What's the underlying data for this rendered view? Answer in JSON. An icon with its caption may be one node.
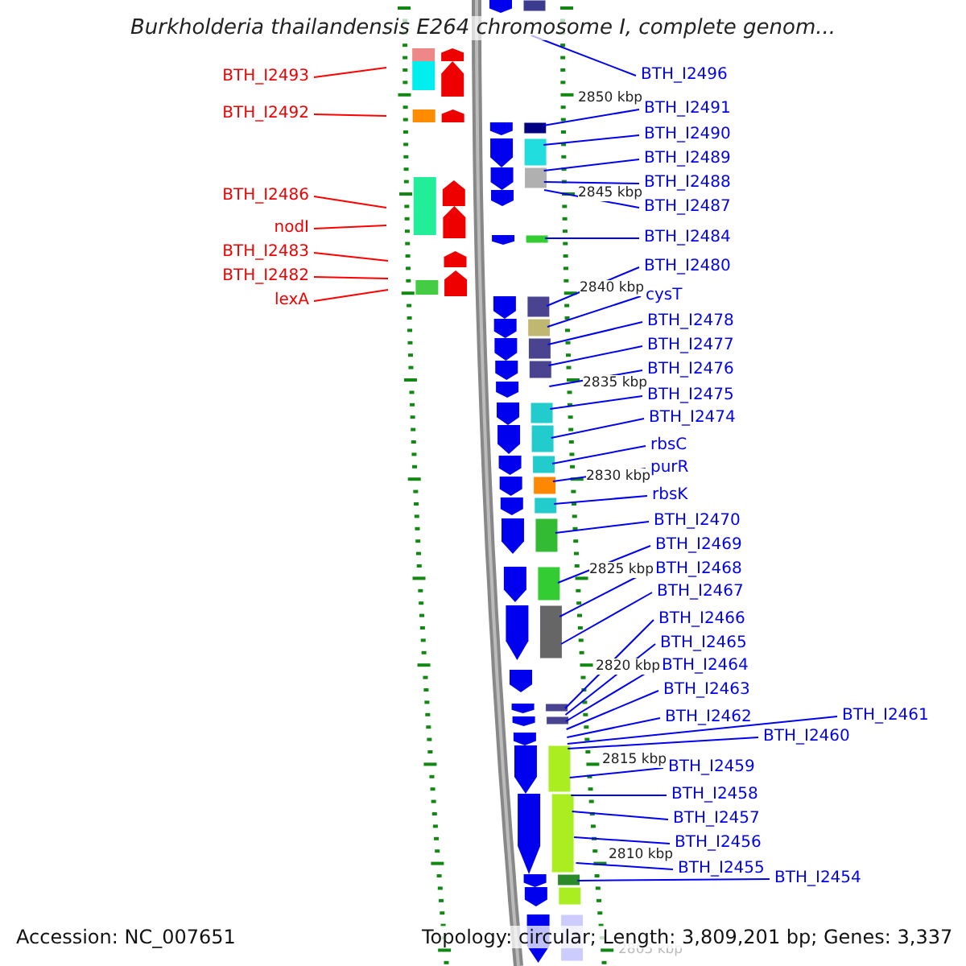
{
  "diagram": {
    "title": "Burkholderia thailandensis E264 chromosome I, complete genom...",
    "nodes": [
      {
        "text": [
          "BTH_I2493"
        ]
      },
      {
        "text": [
          "BTH_I2492"
        ]
      },
      {
        "text": [
          "BTH_I2486"
        ]
      },
      {
        "text": [
          "nodI"
        ]
      },
      {
        "text": [
          "BTH_I2483"
        ]
      },
      {
        "text": [
          "BTH_I2482"
        ]
      },
      {
        "text": [
          "lexA"
        ]
      },
      {
        "text": [
          "BTH_I2496"
        ]
      },
      {
        "text": [
          "BTH_I2491"
        ]
      },
      {
        "text": [
          "BTH_I2490"
        ]
      },
      {
        "text": [
          "BTH_I2489"
        ]
      },
      {
        "text": [
          "BTH_I2488"
        ]
      },
      {
        "text": [
          "BTH_I2487"
        ]
      },
      {
        "text": [
          "BTH_I2484"
        ]
      },
      {
        "text": [
          "BTH_I2480"
        ]
      },
      {
        "text": [
          "cysT"
        ]
      },
      {
        "text": [
          "BTH_I2478"
        ]
      },
      {
        "text": [
          "BTH_I2477"
        ]
      },
      {
        "text": [
          "BTH_I2476"
        ]
      },
      {
        "text": [
          "BTH_I2475"
        ]
      },
      {
        "text": [
          "BTH_I2474"
        ]
      },
      {
        "text": [
          "rbsC"
        ]
      },
      {
        "text": [
          "purR"
        ]
      },
      {
        "text": [
          "rbsK"
        ]
      },
      {
        "text": [
          "BTH_I2470"
        ]
      },
      {
        "text": [
          "BTH_I2469"
        ]
      },
      {
        "text": [
          "BTH_I2468"
        ]
      },
      {
        "text": [
          "BTH_I2467"
        ]
      },
      {
        "text": [
          "BTH_I2466"
        ]
      },
      {
        "text": [
          "BTH_I2465"
        ]
      },
      {
        "text": [
          "BTH_I2464"
        ]
      },
      {
        "text": [
          "BTH_I2463"
        ]
      },
      {
        "text": [
          "BTH_I2462"
        ]
      },
      {
        "text": [
          "BTH_I2461"
        ]
      },
      {
        "text": [
          "BTH_I2460"
        ]
      },
      {
        "text": [
          "BTH_I2459"
        ]
      },
      {
        "text": [
          "BTH_I2458"
        ]
      },
      {
        "text": [
          "BTH_I2457"
        ]
      },
      {
        "text": [
          "BTH_I2456"
        ]
      },
      {
        "text": [
          "BTH_I2455"
        ]
      },
      {
        "text": [
          "BTH_I2454"
        ]
      }
    ],
    "edges": [
      {
        "from": 0,
        "to": null,
        "arrow": "none",
        "color": "#ff0000"
      },
      {
        "from": 1,
        "to": null,
        "arrow": "none",
        "color": "#ff0000"
      },
      {
        "from": 2,
        "to": null,
        "arrow": "none",
        "color": "#ff0000"
      },
      {
        "from": 3,
        "to": null,
        "arrow": "none",
        "color": "#ff0000"
      },
      {
        "from": 4,
        "to": null,
        "arrow": "none",
        "color": "#ff0000"
      },
      {
        "from": 5,
        "to": null,
        "arrow": "none",
        "color": "#ff0000"
      },
      {
        "from": 6,
        "to": null,
        "arrow": "none",
        "color": "#ff0000"
      },
      {
        "from": 7,
        "to": null,
        "arrow": "none"
      },
      {
        "from": 8,
        "to": null,
        "arrow": "none"
      },
      {
        "from": 9,
        "to": null,
        "arrow": "none"
      },
      {
        "from": 10,
        "to": null,
        "arrow": "none"
      },
      {
        "from": 11,
        "to": null,
        "arrow": "none"
      },
      {
        "from": 12,
        "to": null,
        "arrow": "none"
      },
      {
        "from": 13,
        "to": null,
        "arrow": "none"
      },
      {
        "from": 14,
        "to": null,
        "arrow": "none"
      },
      {
        "from": 15,
        "to": null,
        "arrow": "none"
      },
      {
        "from": 16,
        "to": null,
        "arrow": "none"
      },
      {
        "from": 17,
        "to": null,
        "arrow": "none"
      },
      {
        "from": 18,
        "to": null,
        "arrow": "none"
      },
      {
        "from": 19,
        "to": null,
        "arrow": "none"
      },
      {
        "from": 20,
        "to": null,
        "arrow": "none"
      },
      {
        "from": 21,
        "to": null,
        "arrow": "none"
      },
      {
        "from": 22,
        "to": null,
        "arrow": "none"
      },
      {
        "from": 23,
        "to": null,
        "arrow": "none"
      },
      {
        "from": 24,
        "to": null,
        "arrow": "none"
      },
      {
        "from": 25,
        "to": null,
        "arrow": "none"
      },
      {
        "from": 26,
        "to": null,
        "arrow": "none"
      },
      {
        "from": 27,
        "to": null,
        "arrow": "none"
      },
      {
        "from": 28,
        "to": null,
        "arrow": "none"
      },
      {
        "from": 29,
        "to": null,
        "arrow": "none"
      },
      {
        "from": 30,
        "to": null,
        "arrow": "none"
      },
      {
        "from": 31,
        "to": null,
        "arrow": "none"
      },
      {
        "from": 32,
        "to": null,
        "arrow": "none"
      },
      {
        "from": 33,
        "to": null,
        "arrow": "none"
      },
      {
        "from": 34,
        "to": null,
        "arrow": "none"
      },
      {
        "from": 35,
        "to": null,
        "arrow": "none"
      },
      {
        "from": 36,
        "to": null,
        "arrow": "none"
      },
      {
        "from": 37,
        "to": null,
        "arrow": "none"
      },
      {
        "from": 38,
        "to": null,
        "arrow": "none"
      },
      {
        "from": 39,
        "to": null,
        "arrow": "none"
      },
      {
        "from": 40,
        "to": null,
        "arrow": "none"
      }
    ],
    "labels": [
      "2850 kbp",
      "2845 kbp",
      "2840 kbp",
      "2835 kbp",
      "2830 kbp",
      "2825 kbp",
      "2820 kbp",
      "2815 kbp",
      "2810 kbp",
      "2805 kbp",
      "Accession: NC_007651",
      "Topology: circular; Length: 3,809,201 bp; Genes: 3,337"
    ]
  }
}
